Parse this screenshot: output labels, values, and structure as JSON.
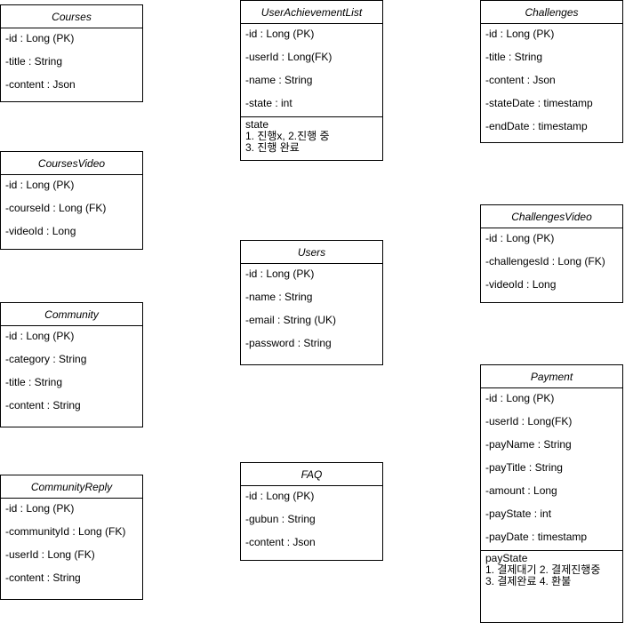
{
  "classes": {
    "courses": {
      "title": "Courses",
      "attrs": [
        "-id : Long (PK)",
        "-title : String",
        "-content : Json"
      ]
    },
    "courses_video": {
      "title": "CoursesVideo",
      "attrs": [
        "-id : Long (PK)",
        "-courseId : Long (FK)",
        "-videoId : Long"
      ]
    },
    "community": {
      "title": "Community",
      "attrs": [
        "-id : Long (PK)",
        "-category : String",
        "-title : String",
        "-content : String"
      ]
    },
    "community_reply": {
      "title": "CommunityReply",
      "attrs": [
        "-id : Long (PK)",
        "-communityId : Long (FK)",
        "-userId : Long (FK)",
        "-content : String"
      ]
    },
    "user_achievement_list": {
      "title": "UserAchievementList",
      "attrs": [
        "-id : Long (PK)",
        "-userId : Long(FK)",
        "-name : String",
        "-state : int"
      ],
      "note": "state\n1. 진행x, 2.진행 중\n3. 진행 완료"
    },
    "users": {
      "title": "Users",
      "attrs": [
        "-id : Long (PK)",
        "-name : String",
        "-email : String (UK)",
        "-password : String"
      ]
    },
    "faq": {
      "title": "FAQ",
      "attrs": [
        "-id : Long (PK)",
        "-gubun : String",
        "-content : Json"
      ]
    },
    "challenges": {
      "title": "Challenges",
      "attrs": [
        "-id : Long (PK)",
        "-title : String",
        "-content : Json",
        "-stateDate : timestamp",
        "-endDate : timestamp"
      ]
    },
    "challenges_video": {
      "title": "ChallengesVideo",
      "attrs": [
        "-id : Long (PK)",
        "-challengesId : Long (FK)",
        "-videoId : Long"
      ]
    },
    "payment": {
      "title": "Payment",
      "attrs": [
        "-id : Long (PK)",
        "-userId : Long(FK)",
        "-payName : String",
        "-payTitle : String",
        "-amount : Long",
        "-payState : int",
        "-payDate : timestamp"
      ],
      "note": "payState\n1. 결제대기 2. 결제진행중\n3. 결제완료 4. 환불"
    }
  }
}
